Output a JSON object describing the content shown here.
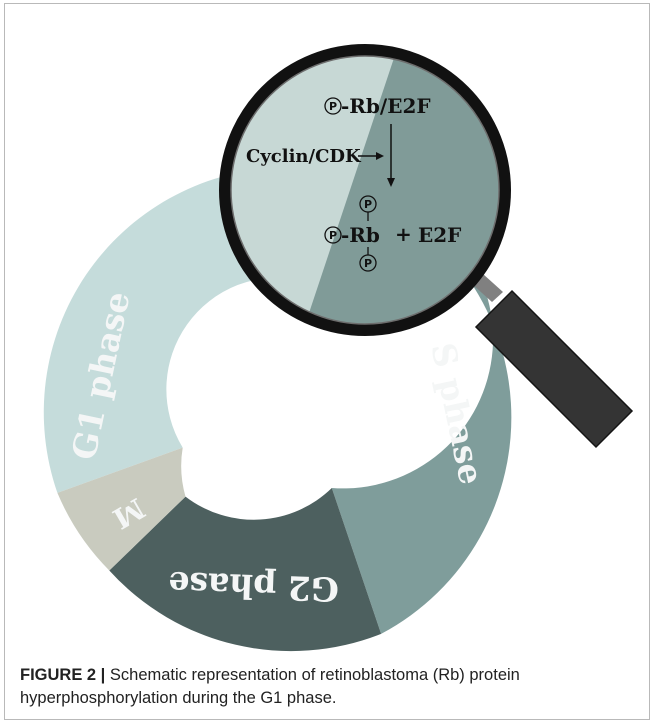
{
  "phases": {
    "g1": "G1 phase",
    "s": "S phase",
    "g2": "G2 phase",
    "m": "M"
  },
  "lens": {
    "top_complex": "-Rb/E2F",
    "enzyme": "Cyclin/CDK",
    "bottom_rb": "-Rb",
    "plus": "+",
    "e2f": "E2F",
    "phospho_symbol": "P"
  },
  "caption": {
    "label": "FIGURE 2 |",
    "text": " Schematic representation of retinoblastoma (Rb) protein hyperphosphorylation during the G1 phase."
  },
  "colors": {
    "g1_phase": "#c5dcdb",
    "s_phase": "#7f9d9b",
    "g2_phase": "#4d605f",
    "m_phase": "#c9cbbf",
    "lens_light": "#c5d7d4",
    "lens_dark": "#7b9794",
    "magnifier_rim": "#111111",
    "handle": "#343434"
  },
  "icons": [
    "magnifying-glass-icon",
    "phosphate-icon",
    "arrow-right-icon",
    "arrow-down-icon"
  ]
}
